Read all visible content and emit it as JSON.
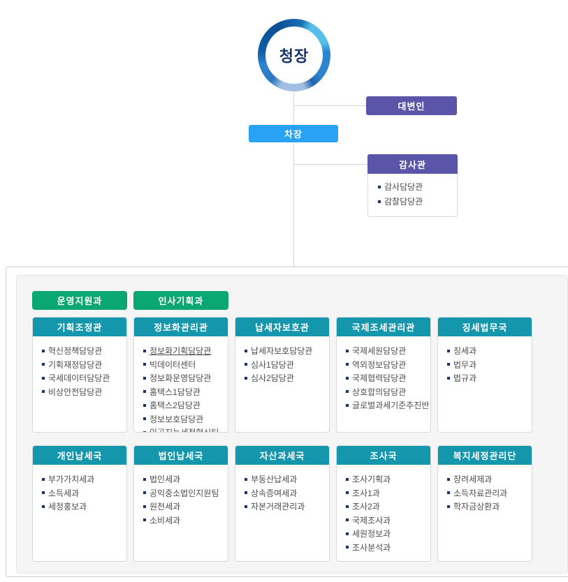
{
  "org": {
    "commissioner": "청장",
    "spokesperson": "대변인",
    "deputy_commissioner": "차장",
    "auditor": {
      "title": "감사관",
      "items": [
        "감사담당관",
        "감찰담당관"
      ]
    },
    "support_departments": [
      "운영지원과",
      "인사기획과"
    ],
    "bureaus_row1": [
      {
        "title": "기획조정관",
        "items": [
          "혁신정책담당관",
          "기획재정담당관",
          "국세데이터담당관",
          "비상안전담당관"
        ]
      },
      {
        "title": "정보화관리관",
        "items": [
          "정보화기획담당관",
          "빅데이터센터",
          "정보화운영담당관",
          "홈택스1담당관",
          "홈택스2담당관",
          "정보보호담당관",
          "인공지능세정혁신팀"
        ]
      },
      {
        "title": "납세자보호관",
        "items": [
          "납세자보호담당관",
          "심사1담당관",
          "심사2담당관"
        ]
      },
      {
        "title": "국제조세관리관",
        "items": [
          "국제세원담당관",
          "역외정보담당관",
          "국제협력담당관",
          "상호합의담당관",
          "글로벌과세기준추진반"
        ]
      },
      {
        "title": "징세법무국",
        "items": [
          "징세과",
          "법무과",
          "법규과"
        ]
      }
    ],
    "bureaus_row2": [
      {
        "title": "개인납세국",
        "items": [
          "부가가치세과",
          "소득세과",
          "세정홍보과"
        ]
      },
      {
        "title": "법인납세국",
        "items": [
          "법인세과",
          "공익중소법인지원팀",
          "원천세과",
          "소비세과"
        ]
      },
      {
        "title": "자산과세국",
        "items": [
          "부동산납세과",
          "상속증여세과",
          "자본거래관리과"
        ]
      },
      {
        "title": "조사국",
        "items": [
          "조사기획과",
          "조사1과",
          "조사2과",
          "국제조사과",
          "세원정보과",
          "조사분석과"
        ]
      },
      {
        "title": "복지세정관리단",
        "items": [
          "장려세제과",
          "소득자료관리과",
          "학자금상환과"
        ]
      }
    ]
  },
  "colors": {
    "ring_blue_dark": "#0e5ca6",
    "ring_blue_light": "#55bfea",
    "ring_blue_pale": "#9fc0e2",
    "purple_box": "#5a55a8",
    "blue_box": "#27a2f5",
    "teal_header": "#1496ad",
    "green_button": "#0aa772",
    "connector_line": "#d4d4d4",
    "commissioner_text": "#15356b",
    "item_text": "#4d4d4d",
    "bullet": "#16336a"
  }
}
